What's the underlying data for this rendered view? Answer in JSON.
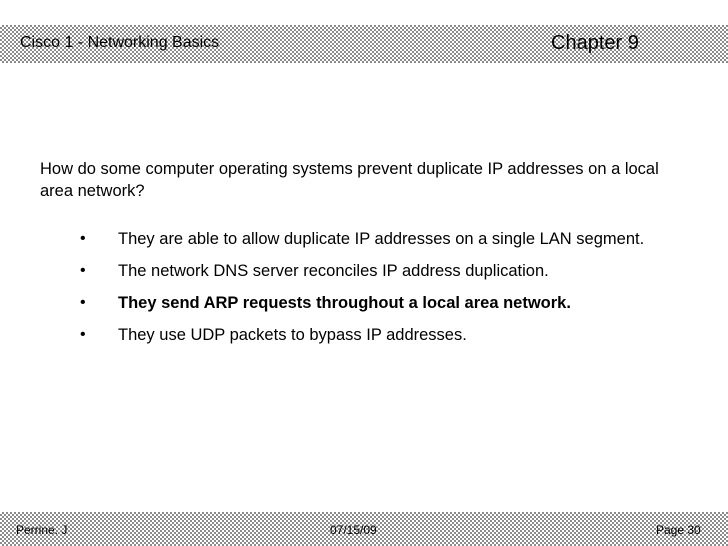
{
  "header": {
    "title": "Cisco 1 - Networking Basics",
    "chapter": "Chapter 9"
  },
  "body": {
    "question": "How do some computer operating systems prevent duplicate IP addresses on a local area network?",
    "bullet_glyph": "•",
    "answers": [
      {
        "text": "They are able to allow duplicate IP addresses on a single LAN segment.",
        "bold": false
      },
      {
        "text": "The network DNS server reconciles IP address duplication.",
        "bold": false
      },
      {
        "text": "They send ARP requests throughout a local area network.",
        "bold": true
      },
      {
        "text": "They use UDP packets to bypass IP addresses.",
        "bold": false
      }
    ]
  },
  "footer": {
    "author": "Perrine. J",
    "date": "07/15/09",
    "page": "Page 30"
  },
  "colors": {
    "background": "#ffffff",
    "text": "#000000",
    "band_pattern": "#8c8c8c"
  }
}
